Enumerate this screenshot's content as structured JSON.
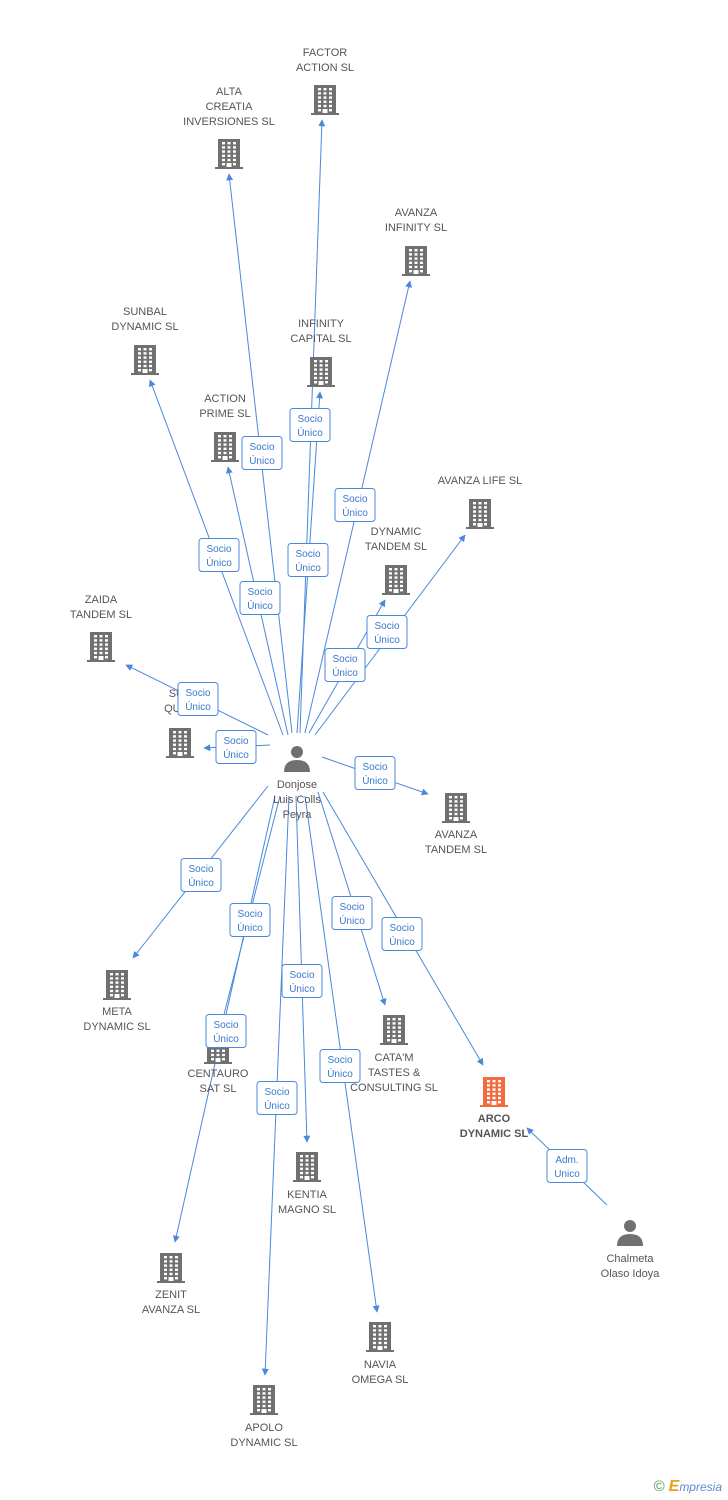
{
  "colors": {
    "edge": "#4a88dc",
    "building": "#707070",
    "building_highlight": "#f26a3d",
    "person": "#707070"
  },
  "nodes": [
    {
      "id": "factor",
      "type": "company",
      "icon": "building-icon",
      "label": [
        "FACTOR",
        "ACTION SL"
      ]
    },
    {
      "id": "alta",
      "type": "company",
      "icon": "building-icon",
      "label": [
        "ALTA",
        "CREATIA",
        "INVERSIONES SL"
      ]
    },
    {
      "id": "avanza_inf",
      "type": "company",
      "icon": "building-icon",
      "label": [
        "AVANZA",
        "INFINITY SL"
      ]
    },
    {
      "id": "sunbal",
      "type": "company",
      "icon": "building-icon",
      "label": [
        "SUNBAL",
        "DYNAMIC SL"
      ]
    },
    {
      "id": "infinity",
      "type": "company",
      "icon": "building-icon",
      "label": [
        "INFINITY",
        "CAPITAL SL"
      ]
    },
    {
      "id": "action",
      "type": "company",
      "icon": "building-icon",
      "label": [
        "ACTION",
        "PRIME SL"
      ]
    },
    {
      "id": "avanza_life",
      "type": "company",
      "icon": "building-icon",
      "label": [
        "AVANZA LIFE SL"
      ]
    },
    {
      "id": "dynamic_tandem",
      "type": "company",
      "icon": "building-icon",
      "label": [
        "DYNAMIC",
        "TANDEM SL"
      ]
    },
    {
      "id": "zaida",
      "type": "company",
      "icon": "building-icon",
      "label": [
        "ZAIDA",
        "TANDEM SL"
      ]
    },
    {
      "id": "sue",
      "type": "company",
      "icon": "building-icon",
      "label": [
        "SUE",
        "QUAR"
      ]
    },
    {
      "id": "donjose",
      "type": "person",
      "icon": "person-icon",
      "label": [
        "Donjose",
        "Luis Colls",
        "Peyra"
      ]
    },
    {
      "id": "avanza_tandem",
      "type": "company",
      "icon": "building-icon",
      "label": [
        "AVANZA",
        "TANDEM SL"
      ]
    },
    {
      "id": "meta",
      "type": "company",
      "icon": "building-icon",
      "label": [
        "META",
        "DYNAMIC SL"
      ]
    },
    {
      "id": "centauro",
      "type": "company",
      "icon": "building-icon",
      "label": [
        "CENTAURO",
        "SAT SL"
      ]
    },
    {
      "id": "catam",
      "type": "company",
      "icon": "building-icon",
      "label": [
        "CATA'M",
        "TASTES &",
        "CONSULTING  SL"
      ]
    },
    {
      "id": "arco",
      "type": "company",
      "icon": "building-icon",
      "highlight": true,
      "label": [
        "ARCO",
        "DYNAMIC SL"
      ]
    },
    {
      "id": "kentia",
      "type": "company",
      "icon": "building-icon",
      "label": [
        "KENTIA",
        "MAGNO SL"
      ]
    },
    {
      "id": "zenit",
      "type": "company",
      "icon": "building-icon",
      "label": [
        "ZENIT",
        "AVANZA SL"
      ]
    },
    {
      "id": "navia",
      "type": "company",
      "icon": "building-icon",
      "label": [
        "NAVIA",
        "OMEGA SL"
      ]
    },
    {
      "id": "apolo",
      "type": "company",
      "icon": "building-icon",
      "label": [
        "APOLO",
        "DYNAMIC SL"
      ]
    },
    {
      "id": "chalmeta",
      "type": "person",
      "icon": "person-icon",
      "label": [
        "Chalmeta",
        "Olaso Idoya"
      ]
    }
  ],
  "edges": [
    {
      "from": "donjose",
      "to": "factor",
      "label": [
        "Socio",
        "Único"
      ]
    },
    {
      "from": "donjose",
      "to": "alta",
      "label": [
        "Socio",
        "Único"
      ]
    },
    {
      "from": "donjose",
      "to": "avanza_inf",
      "label": [
        "Socio",
        "Único"
      ]
    },
    {
      "from": "donjose",
      "to": "sunbal",
      "label": [
        "Socio",
        "Único"
      ]
    },
    {
      "from": "donjose",
      "to": "infinity",
      "label": [
        "Socio",
        "Único"
      ]
    },
    {
      "from": "donjose",
      "to": "action",
      "label": [
        "Socio",
        "Único"
      ]
    },
    {
      "from": "donjose",
      "to": "avanza_life",
      "label": [
        "Socio",
        "Único"
      ]
    },
    {
      "from": "donjose",
      "to": "dynamic_tandem",
      "label": [
        "Socio",
        "Único"
      ]
    },
    {
      "from": "donjose",
      "to": "zaida",
      "label": [
        "Socio",
        "Único"
      ]
    },
    {
      "from": "donjose",
      "to": "sue",
      "label": [
        "Socio",
        "Único"
      ]
    },
    {
      "from": "donjose",
      "to": "avanza_tandem",
      "label": [
        "Socio",
        "Único"
      ]
    },
    {
      "from": "donjose",
      "to": "meta",
      "label": [
        "Socio",
        "Único"
      ]
    },
    {
      "from": "donjose",
      "to": "centauro",
      "label": [
        "Socio",
        "Único"
      ]
    },
    {
      "from": "donjose",
      "to": "catam",
      "label": [
        "Socio",
        "Único"
      ]
    },
    {
      "from": "donjose",
      "to": "arco",
      "label": [
        "Socio",
        "Único"
      ]
    },
    {
      "from": "donjose",
      "to": "kentia",
      "label": [
        "Socio",
        "Único"
      ]
    },
    {
      "from": "donjose",
      "to": "zenit",
      "label": [
        "Socio",
        "Único"
      ]
    },
    {
      "from": "donjose",
      "to": "navia",
      "label": [
        "Socio",
        "Único"
      ]
    },
    {
      "from": "donjose",
      "to": "apolo",
      "label": [
        "Socio",
        "Único"
      ]
    },
    {
      "from": "chalmeta",
      "to": "arco",
      "label": [
        "Adm.",
        "Unico"
      ]
    }
  ],
  "footer": {
    "copyright": "©",
    "brand_initial": "E",
    "brand_rest": "mpresia"
  }
}
